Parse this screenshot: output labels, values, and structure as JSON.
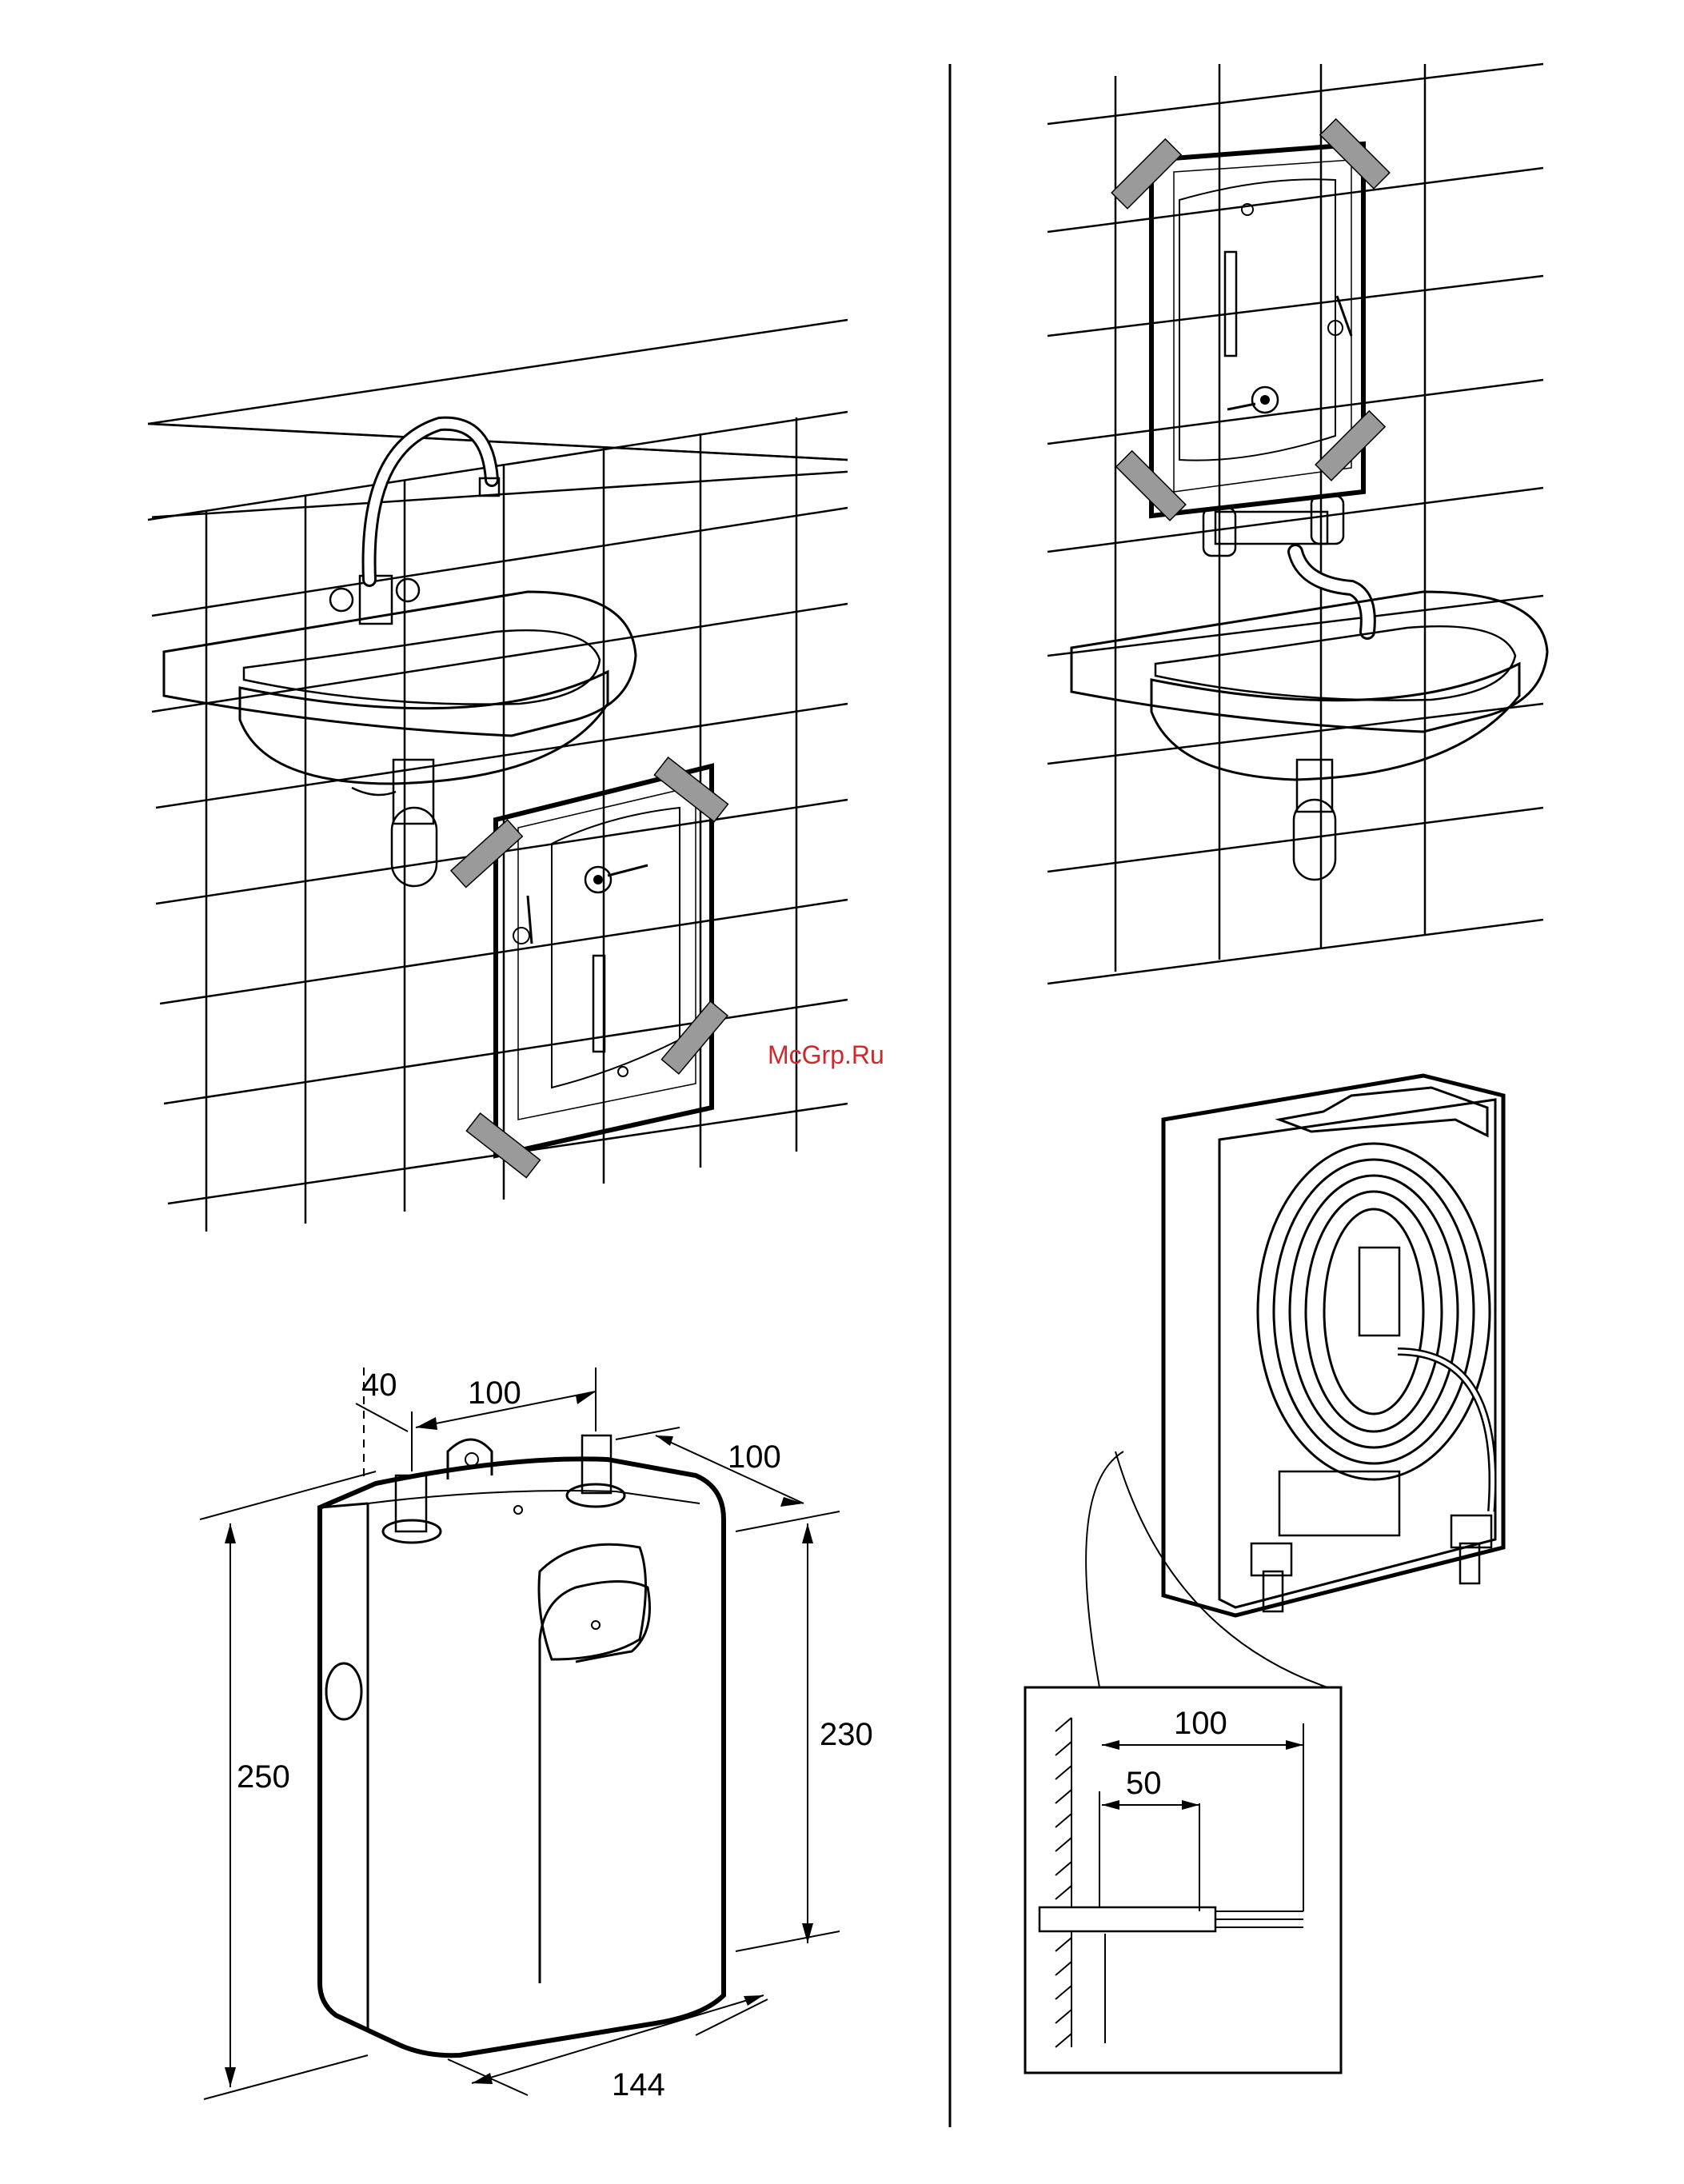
{
  "watermark": "McGrp.Ru",
  "dimensions": {
    "offset_left": "40",
    "inlet_spacing": "100",
    "depth": "100",
    "height_total": "250",
    "height_body": "230",
    "width": "144"
  },
  "detail": {
    "outer": "100",
    "inner": "50"
  },
  "colors": {
    "line": "#000000",
    "fill": "#ffffff",
    "shade": "#d8d8d8",
    "tape": "#9a9a9a",
    "watermark": "#cc2a2a"
  }
}
